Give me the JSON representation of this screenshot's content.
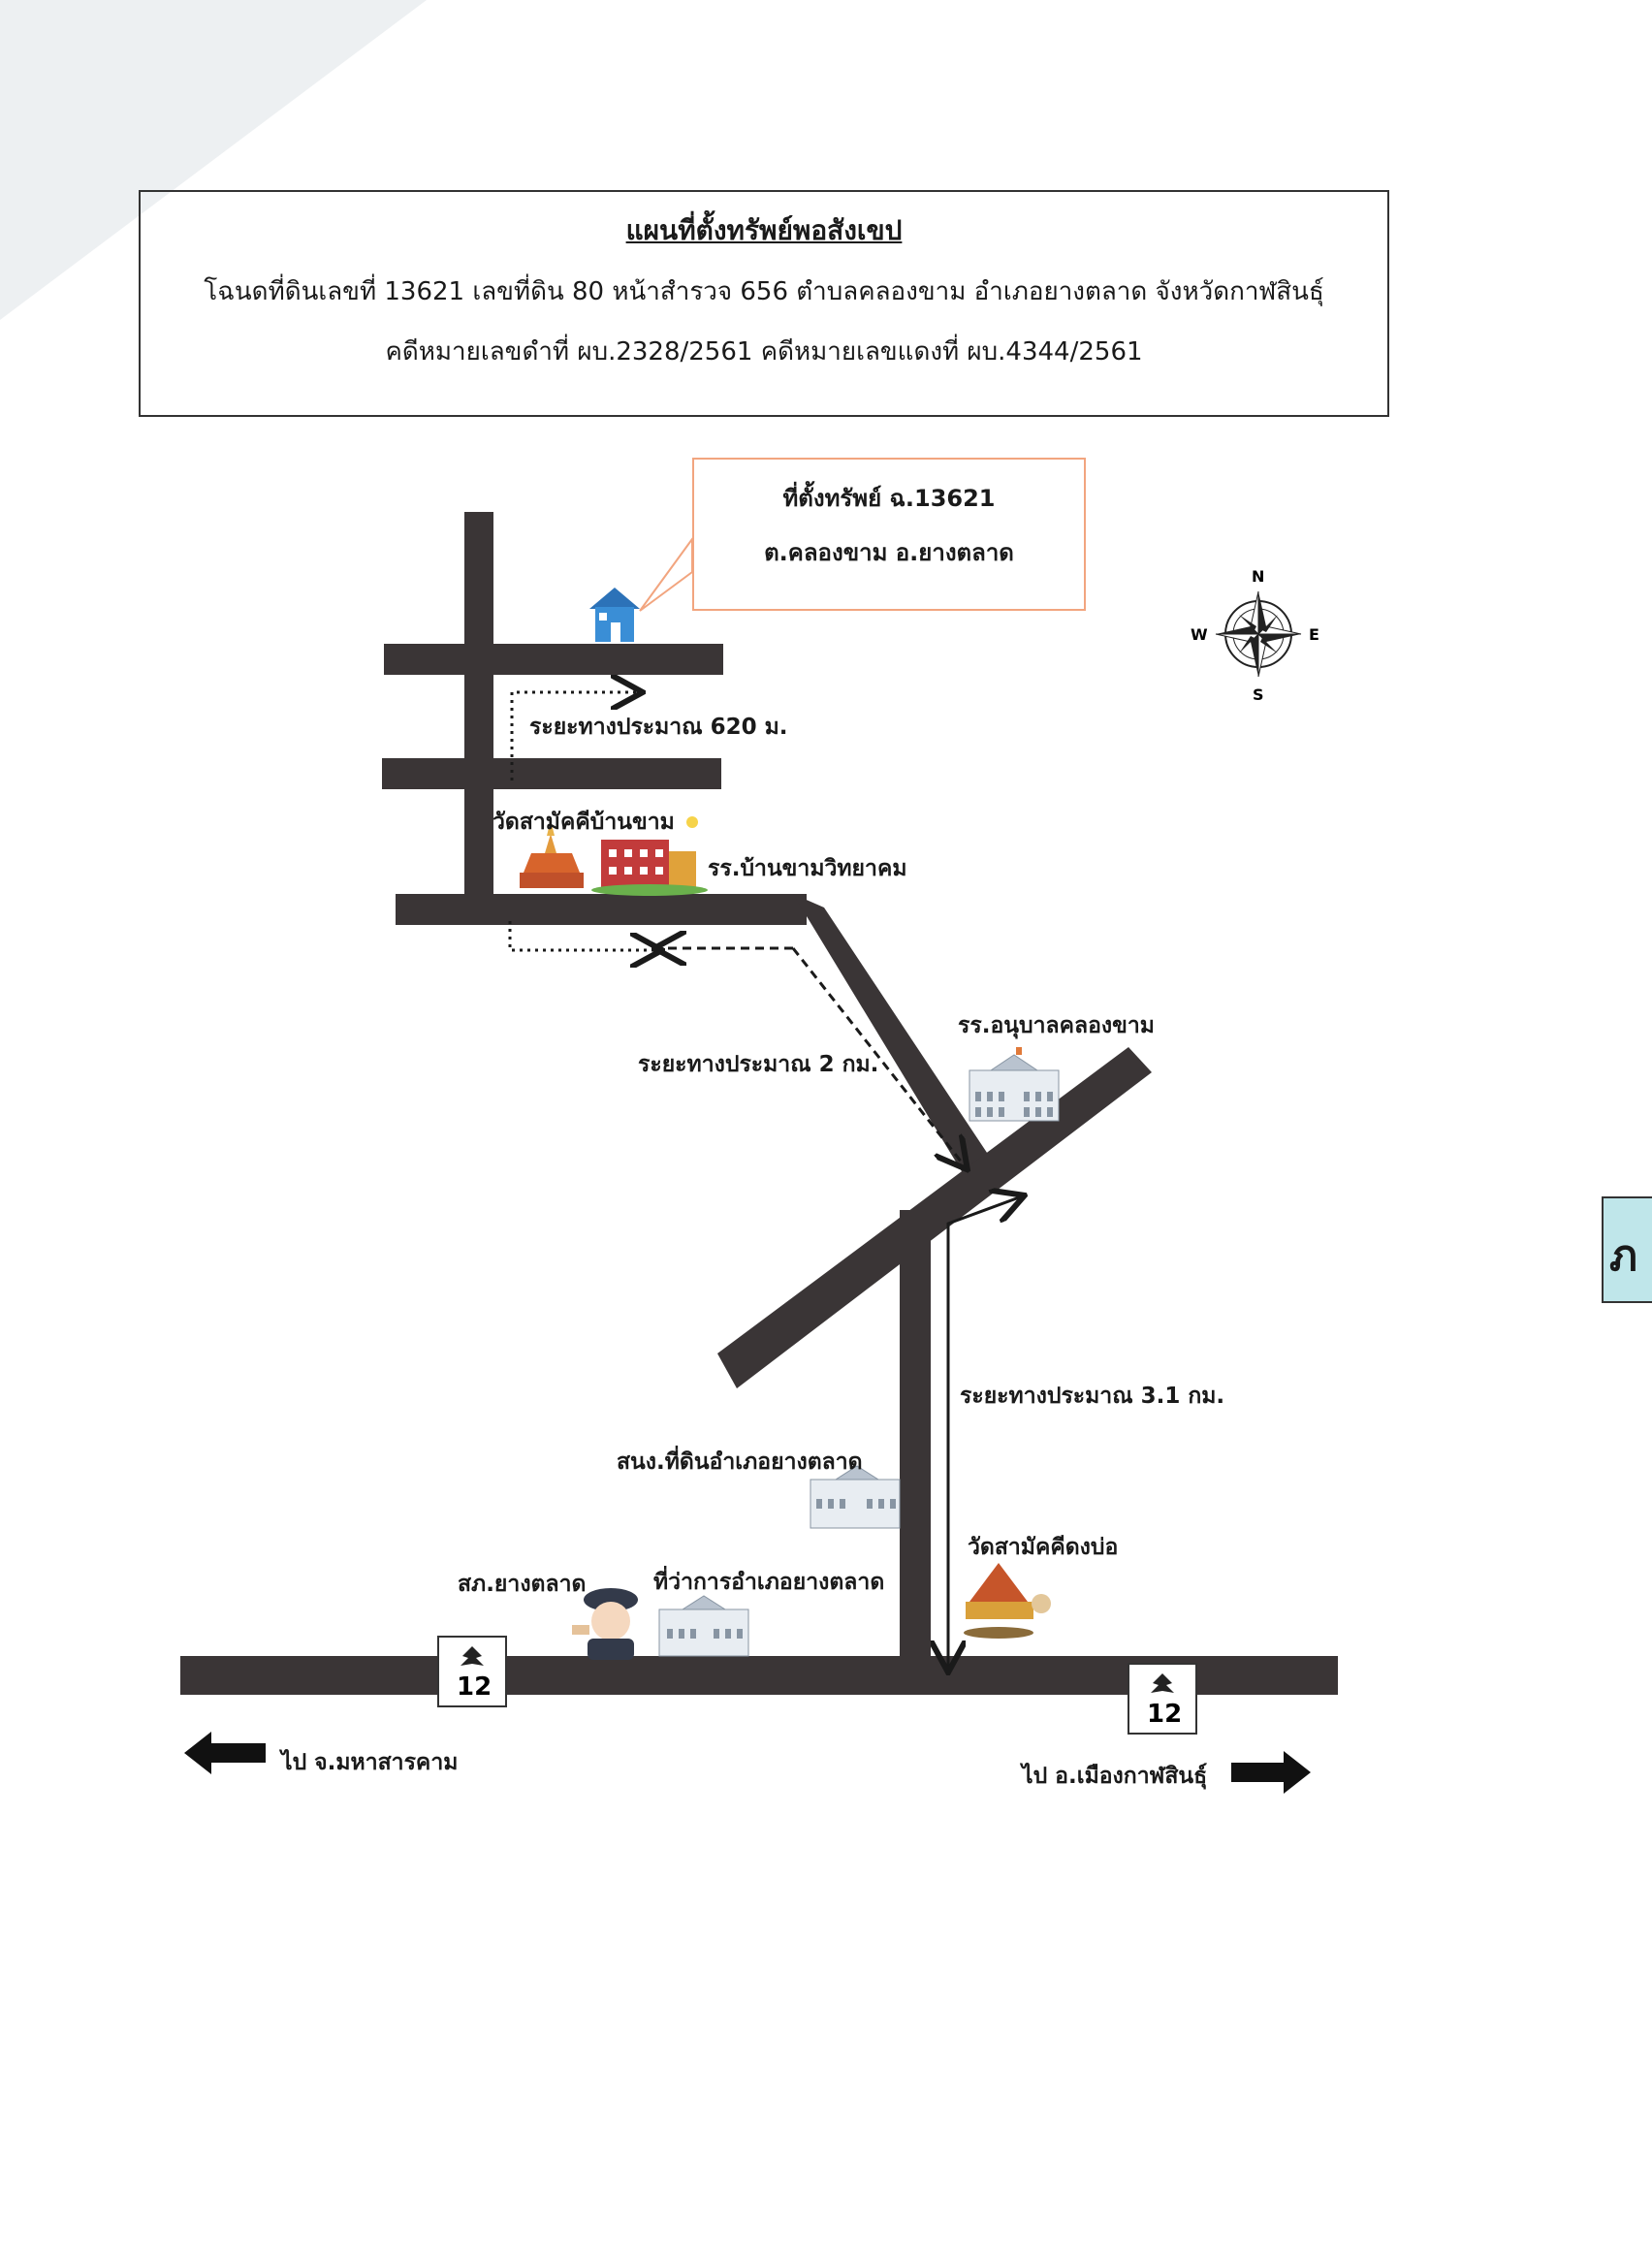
{
  "header": {
    "title": "แผนที่ตั้งทรัพย์พอสังเขป",
    "line1": "โฉนดที่ดินเลขที่ 13621  เลขที่ดิน 80  หน้าสำรวจ 656  ตำบลคลองขาม  อำเภอยางตลาด  จังหวัดกาฬสินธุ์",
    "line2": "คดีหมายเลขดำที่ ผบ.2328/2561  คดีหมายเลขแดงที่ ผบ.4344/2561"
  },
  "callout": {
    "line1": "ที่ตั้งทรัพย์  ฉ.13621",
    "line2": "ต.คลองขาม  อ.ยางตลาด"
  },
  "compass": {
    "n": "N",
    "s": "S",
    "e": "E",
    "w": "W"
  },
  "labels": {
    "distance_620": "ระยะทางประมาณ 620 ม.",
    "temple_ban_kham": "วัดสามัคคีบ้านขาม",
    "school_ban_kham": "รร.บ้านขามวิทยาคม",
    "distance_2km": "ระยะทางประมาณ 2 กม.",
    "kindergarten": "รร.อนุบาลคลองขาม",
    "distance_3_1km": "ระยะทางประมาณ 3.1 กม.",
    "land_office": "สนง.ที่ดินอำเภอยางตลาด",
    "temple_dong_bo": "วัดสามัคคีดงบ่อ",
    "police": "สภ.ยางตลาด",
    "district_office": "ที่ว่าการอำเภอยางตลาด",
    "to_mahasarakham": "ไป จ.มหาสารคาม",
    "to_kalasin": "ไป อ.เมืองกาฬสินธุ์"
  },
  "highway": {
    "number_left": "12",
    "number_right": "12"
  },
  "side_tab": {
    "text": "ภ"
  },
  "colors": {
    "road": "#3a3536",
    "callout_border": "#f2a57f",
    "house": "#3a8ed6"
  },
  "icons": [
    "house-icon",
    "compass-icon",
    "temple-icon",
    "school-icon",
    "kindergarten-icon",
    "office-icon",
    "police-icon",
    "garuda-icon",
    "arrow-left-icon",
    "arrow-right-icon"
  ]
}
